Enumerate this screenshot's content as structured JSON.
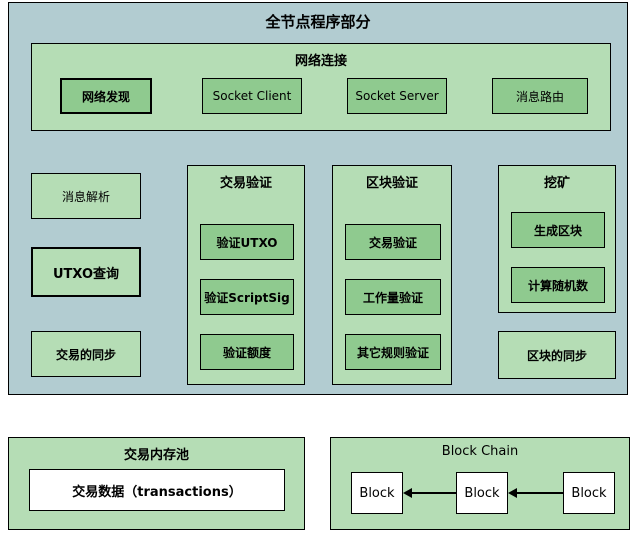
{
  "colors": {
    "outer_bg": "#b2ccd1",
    "section_bg": "#b5ddb5",
    "node_bg": "#8fca8f",
    "white_node_bg": "#ffffff",
    "border": "#000000"
  },
  "diagram": {
    "title": "全节点程序部分",
    "network": {
      "title": "网络连接",
      "nodes": [
        "网络发现",
        "Socket Client",
        "Socket Server",
        "消息路由"
      ]
    },
    "left": [
      "消息解析",
      "UTXO查询",
      "交易的同步"
    ],
    "tx_verify": {
      "title": "交易验证",
      "nodes": [
        "验证UTXO",
        "验证ScriptSig",
        "验证额度"
      ]
    },
    "block_verify": {
      "title": "区块验证",
      "nodes": [
        "交易验证",
        "工作量验证",
        "其它规则验证"
      ]
    },
    "mining": {
      "title": "挖矿",
      "nodes": [
        "生成区块",
        "计算随机数"
      ]
    },
    "block_sync": "区块的同步",
    "mempool": {
      "title": "交易内存池",
      "node": "交易数据（transactions）"
    },
    "blockchain": {
      "title": "Block Chain",
      "blocks": [
        "Block",
        "Block",
        "Block"
      ]
    }
  }
}
